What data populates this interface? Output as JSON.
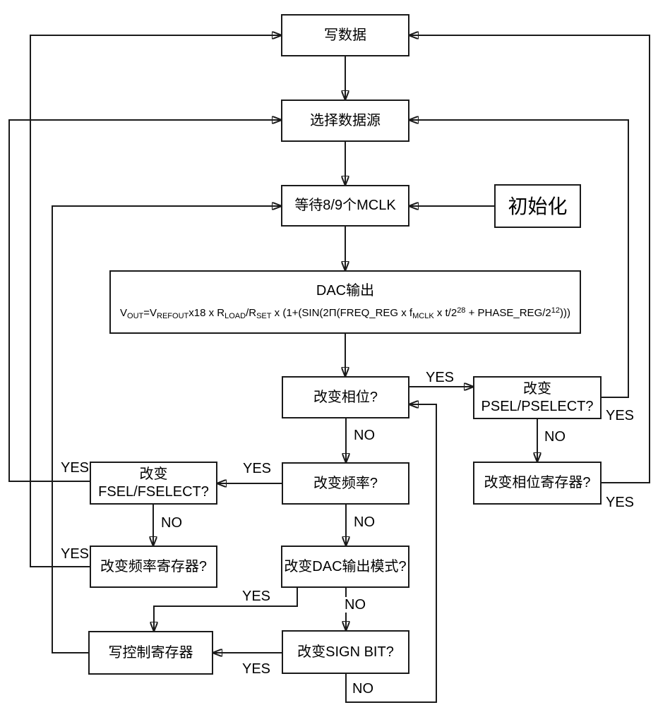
{
  "diagram": {
    "colors": {
      "ink": "#1a1a1a",
      "background": "#ffffff"
    },
    "yes": "YES",
    "no": "NO",
    "nodes": {
      "write_data": "写数据",
      "select_source": "选择数据源",
      "wait_mclk": "等待8/9个MCLK",
      "init": "初始化",
      "dac_title": "DAC输出",
      "dac_formula": "V_{OUT}=V_{REFOUT}x18 x R_{LOAD}/R_{SET} x (1+(SIN(2Π(FREQ_REG x f_{MCLK} x t/2^{28} + PHASE_REG/2^{12})))",
      "change_phase": "改变相位?",
      "change_psel": "改变\nPSEL/PSELECT?",
      "change_phase_reg": "改变相位寄存器?",
      "change_freq": "改变频率?",
      "change_fsel": "改变\nFSEL/FSELECT?",
      "change_freq_reg": "改变频率寄存器?",
      "change_dac_mode": "改变DAC输出模式?",
      "change_sign_bit": "改变SIGN BIT?",
      "write_control": "写控制寄存器"
    }
  }
}
